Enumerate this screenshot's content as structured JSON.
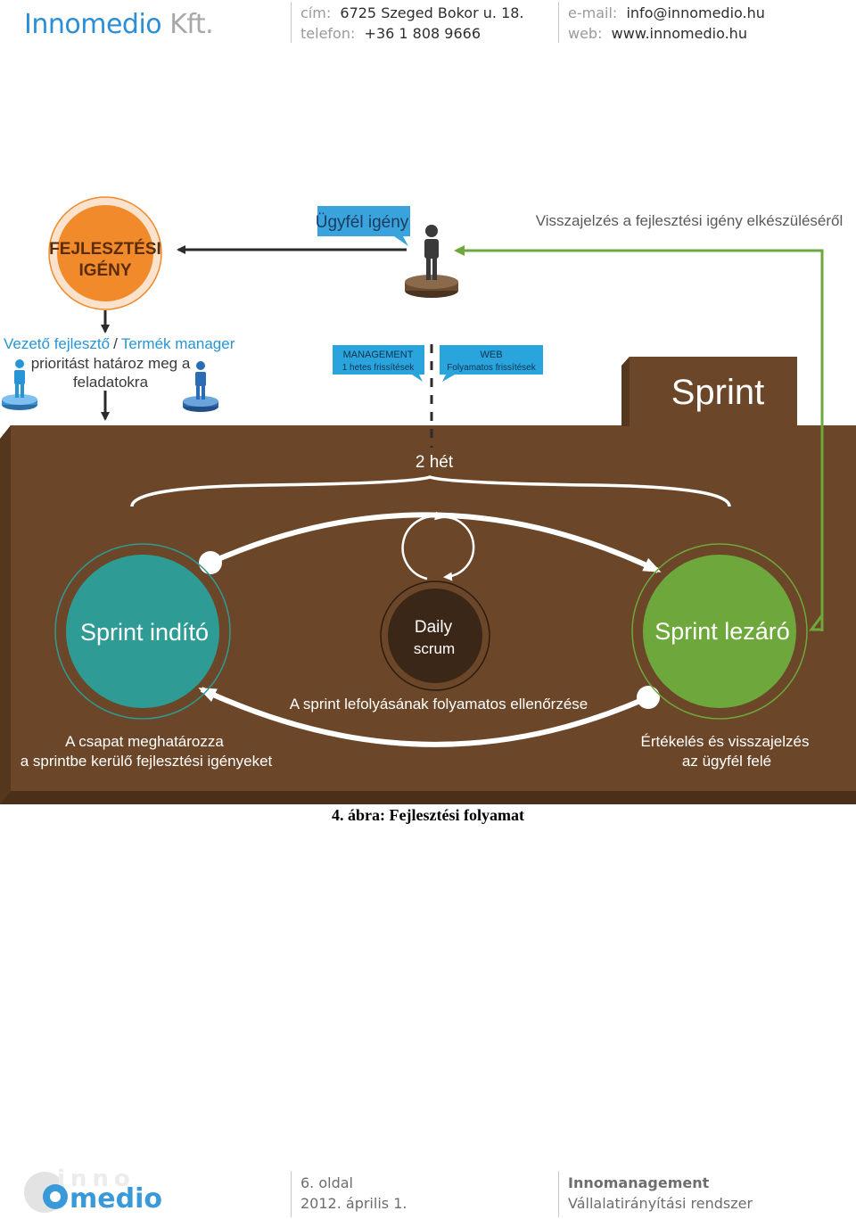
{
  "header": {
    "brand_main": "Innomedio",
    "brand_suffix": "Kft.",
    "address_label": "cím:",
    "address_value": "6725 Szeged Bokor u. 18.",
    "phone_label": "telefon:",
    "phone_value": "+36 1 808 9666",
    "email_label": "e-mail:",
    "email_value": "info@innomedio.hu",
    "web_label": "web:",
    "web_value": "www.innomedio.hu"
  },
  "figure": {
    "dev_request_line1": "FEJLESZTÉSI",
    "dev_request_line2": "IGÉNY",
    "client_request": "Ügyfél igény",
    "feedback": "Visszajelzés a fejlesztési igény elkészüléséről",
    "lead_dev": "Vezető fejlesztő",
    "slash_sep": "/",
    "product_manager": "Termék manager",
    "prioritize_line1": "prioritást határoz meg a",
    "prioritize_line2": "feladatokra",
    "management_line1": "MANAGEMENT",
    "management_line2": "1 hetes frissítések",
    "web_line1": "WEB",
    "web_line2": "Folyamatos frissítések",
    "sprint_tab": "Sprint",
    "two_weeks": "2 hét",
    "sprint_start": "Sprint indító",
    "daily_line1": "Daily",
    "daily_line2": "scrum",
    "sprint_close": "Sprint lezáró",
    "continuous_check": "A sprint lefolyásának folyamatos ellenőrzése",
    "team_line1": "A csapat meghatározza",
    "team_line2": "a sprintbe kerülő fejlesztési igényeket",
    "eval_line1": "Értékelés és visszajelzés",
    "eval_line2": "az ügyfél felé",
    "colors": {
      "orange": "#f08a2b",
      "teal": "#2e9b94",
      "green": "#6ea83c",
      "brown": "#6b4628",
      "blue": "#2795d5",
      "dark": "#3a2717"
    }
  },
  "caption": "4. ábra: Fejlesztési folyamat",
  "footer": {
    "logo_top": "inno",
    "logo_bottom": "medio",
    "page": "6. oldal",
    "date": "2012. április 1.",
    "product": "Innomanagement",
    "product_desc": "Vállalatirányítási rendszer"
  }
}
